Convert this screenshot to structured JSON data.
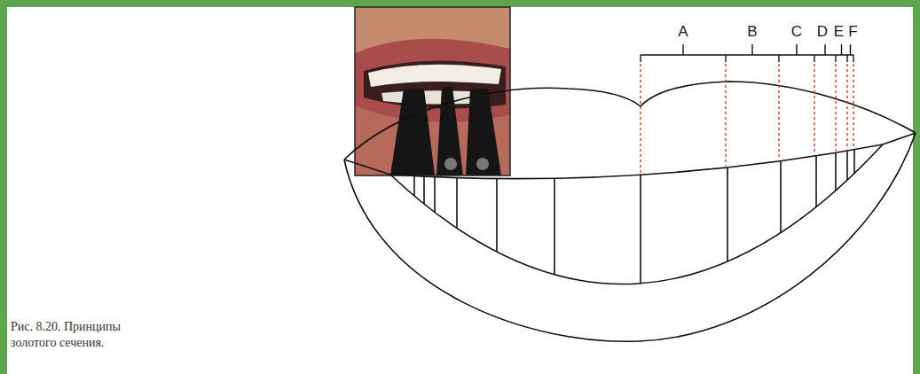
{
  "diagram": {
    "caption": "Рис. 8.20. Принципы золотого сечения.",
    "labels": [
      "A",
      "B",
      "C",
      "D",
      "E",
      "F"
    ]
  }
}
